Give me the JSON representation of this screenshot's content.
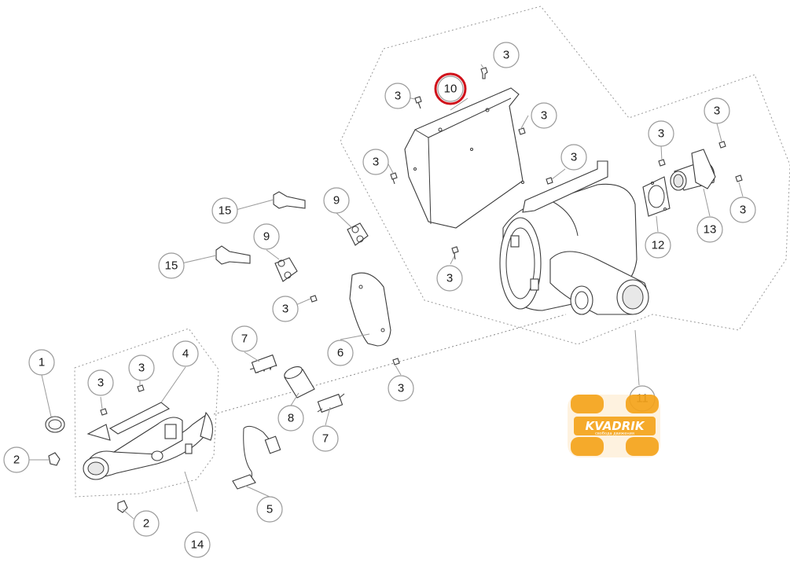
{
  "callouts": [
    {
      "id": "c1",
      "label": "1"
    },
    {
      "id": "c2a",
      "label": "2"
    },
    {
      "id": "c2b",
      "label": "2"
    },
    {
      "id": "c3-hw1",
      "label": "3"
    },
    {
      "id": "c3-hw2",
      "label": "3"
    },
    {
      "id": "c3-mid1",
      "label": "3"
    },
    {
      "id": "c3-mid2",
      "label": "3"
    },
    {
      "id": "c3-s1",
      "label": "3"
    },
    {
      "id": "c3-s2",
      "label": "3"
    },
    {
      "id": "c3-s3",
      "label": "3"
    },
    {
      "id": "c3-s4",
      "label": "3"
    },
    {
      "id": "c3-s5",
      "label": "3"
    },
    {
      "id": "c3-s6",
      "label": "3"
    },
    {
      "id": "c3-r1",
      "label": "3"
    },
    {
      "id": "c3-r2",
      "label": "3"
    },
    {
      "id": "c3-r3",
      "label": "3"
    },
    {
      "id": "c4",
      "label": "4"
    },
    {
      "id": "c5",
      "label": "5"
    },
    {
      "id": "c6",
      "label": "6"
    },
    {
      "id": "c7a",
      "label": "7"
    },
    {
      "id": "c7b",
      "label": "7"
    },
    {
      "id": "c8",
      "label": "8"
    },
    {
      "id": "c9a",
      "label": "9"
    },
    {
      "id": "c9b",
      "label": "9"
    },
    {
      "id": "c10",
      "label": "10"
    },
    {
      "id": "c11",
      "label": "11"
    },
    {
      "id": "c12",
      "label": "12"
    },
    {
      "id": "c13",
      "label": "13"
    },
    {
      "id": "c14",
      "label": "14"
    },
    {
      "id": "c15a",
      "label": "15"
    },
    {
      "id": "c15b",
      "label": "15"
    }
  ],
  "highlight": {
    "label": "10",
    "color": "#d0121b"
  },
  "watermark": {
    "brand": "KVADRIK",
    "tagline": "свобода движения",
    "color": "#f5a31a"
  },
  "colors": {
    "line": "#3a3a3a",
    "callout_stroke": "#9a9a9a"
  }
}
